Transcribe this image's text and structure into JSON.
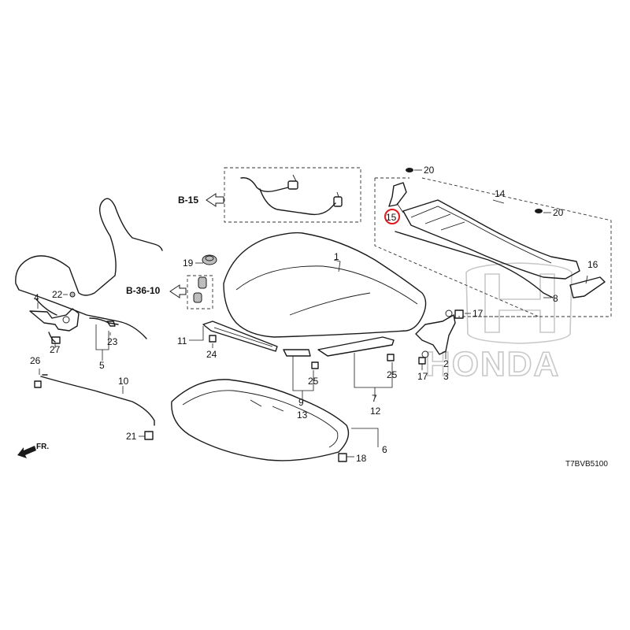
{
  "diagram_code": "T7BVB5100",
  "direction_label": "FR.",
  "watermark": "HONDA",
  "references": [
    {
      "id": "ref-b15",
      "text": "B-15"
    },
    {
      "id": "ref-b3610",
      "text": "B-36-10"
    }
  ],
  "callouts": {
    "c1": "1",
    "c2": "2",
    "c3": "3",
    "c4": "4",
    "c5": "5",
    "c6": "6",
    "c7": "7",
    "c8": "8",
    "c9": "9",
    "c10": "10",
    "c11": "11",
    "c12": "12",
    "c13": "13",
    "c14": "14",
    "c15": "15",
    "c16": "16",
    "c17a": "17",
    "c17b": "17",
    "c18": "18",
    "c19": "19",
    "c20a": "20",
    "c20b": "20",
    "c21": "21",
    "c22": "22",
    "c23": "23",
    "c24": "24",
    "c25a": "25",
    "c25b": "25",
    "c26": "26",
    "c27": "27"
  },
  "highlighted_callout": "15",
  "colors": {
    "line": "#1a1a1a",
    "highlight": "#e0191e",
    "watermark": "#c8c8c8"
  }
}
